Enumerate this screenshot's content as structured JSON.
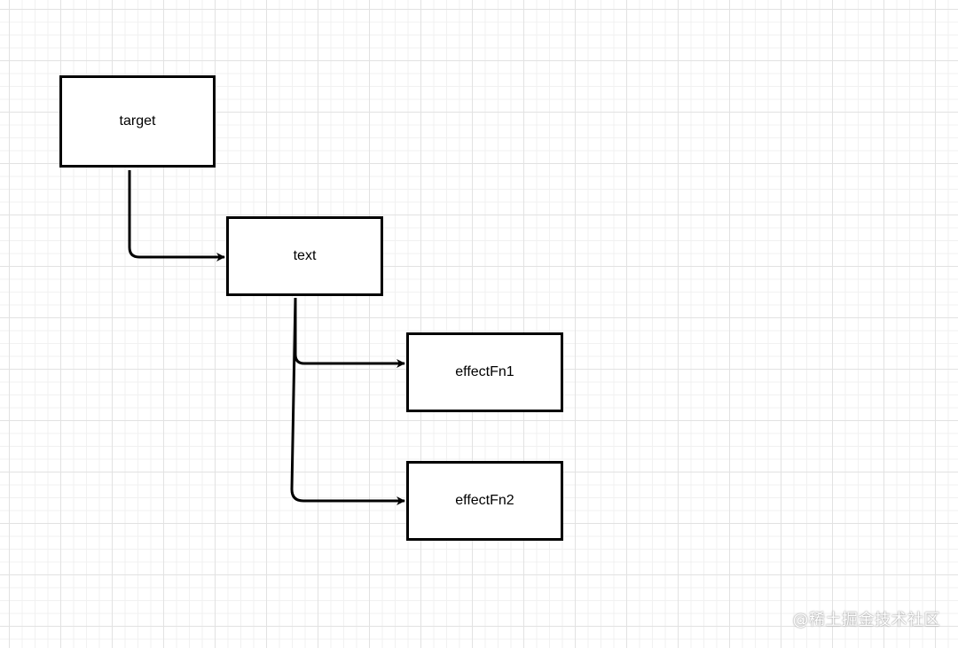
{
  "diagram": {
    "nodes": [
      {
        "id": "target",
        "label": "target"
      },
      {
        "id": "text",
        "label": "text"
      },
      {
        "id": "effectFn1",
        "label": "effectFn1"
      },
      {
        "id": "effectFn2",
        "label": "effectFn2"
      }
    ],
    "edges": [
      {
        "from": "target",
        "to": "text"
      },
      {
        "from": "text",
        "to": "effectFn1"
      },
      {
        "from": "text",
        "to": "effectFn2"
      }
    ]
  },
  "watermark": "@稀土掘金技术社区",
  "colors": {
    "stroke": "#000000",
    "node_fill": "#ffffff",
    "grid_major": "#e2e2e2",
    "grid_minor": "#f1f1f1",
    "watermark": "#ffffff"
  }
}
